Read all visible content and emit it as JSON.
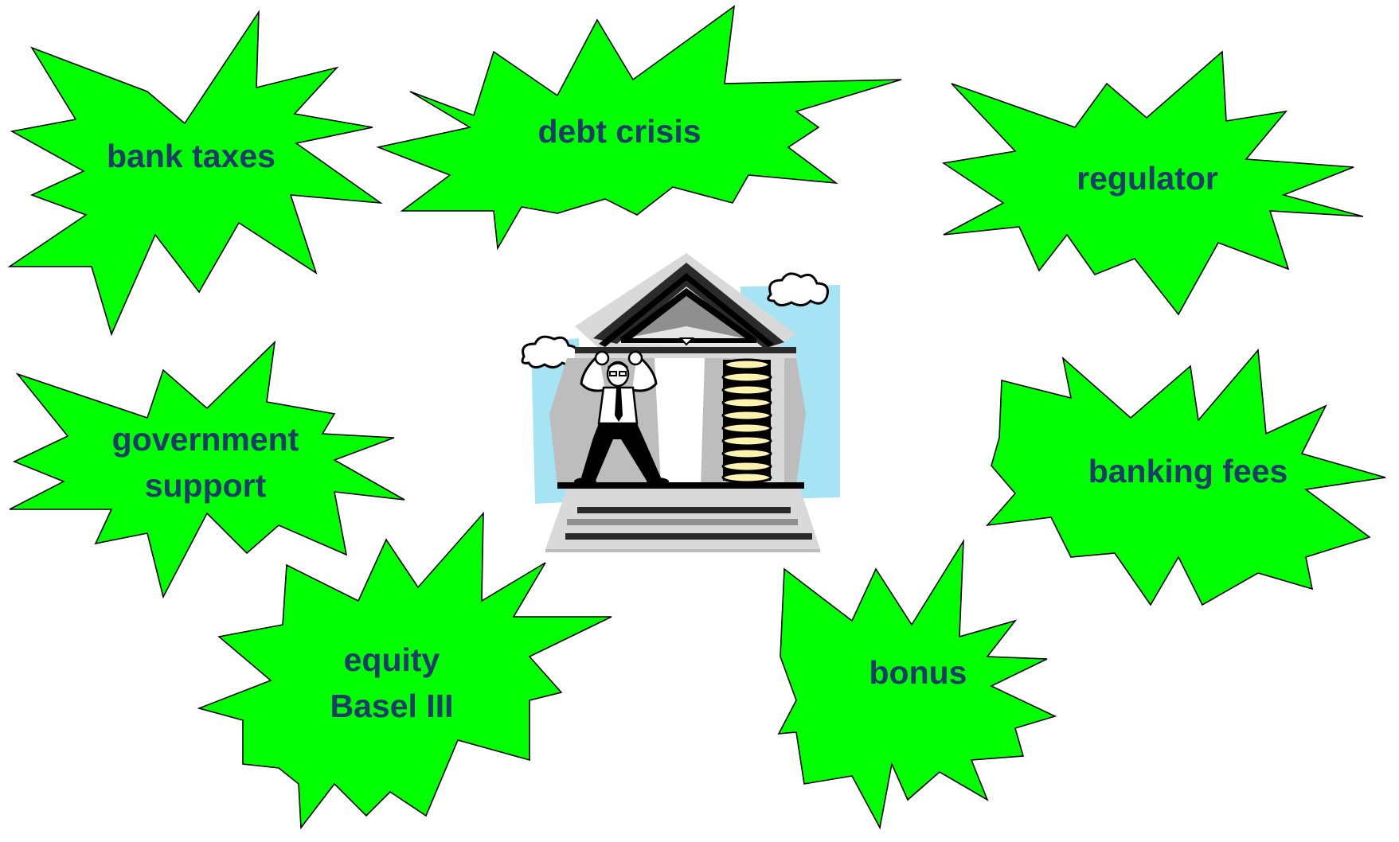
{
  "colors": {
    "burst_fill": "#00FF00",
    "burst_outline": "#000000",
    "label_text": "#1F3A6B",
    "sky": "#A5E3F5",
    "stone_light": "#D9D9D9",
    "stone_mid": "#BDBDBD",
    "stone_dark": "#8F8F8F"
  },
  "bursts": [
    {
      "id": "bank-taxes",
      "lines": [
        "bank taxes"
      ]
    },
    {
      "id": "debt-crisis",
      "lines": [
        "debt crisis"
      ]
    },
    {
      "id": "regulator",
      "lines": [
        "regulator"
      ]
    },
    {
      "id": "government-support",
      "lines": [
        "government",
        "support"
      ]
    },
    {
      "id": "banking-fees",
      "lines": [
        "banking fees"
      ]
    },
    {
      "id": "equity-basel-iii",
      "lines": [
        "equity",
        "Basel III"
      ]
    },
    {
      "id": "bonus",
      "lines": [
        "bonus"
      ]
    }
  ],
  "clipart": {
    "icon": "bank-building-with-man-lifting-roof-and-coin-stack-icon"
  }
}
